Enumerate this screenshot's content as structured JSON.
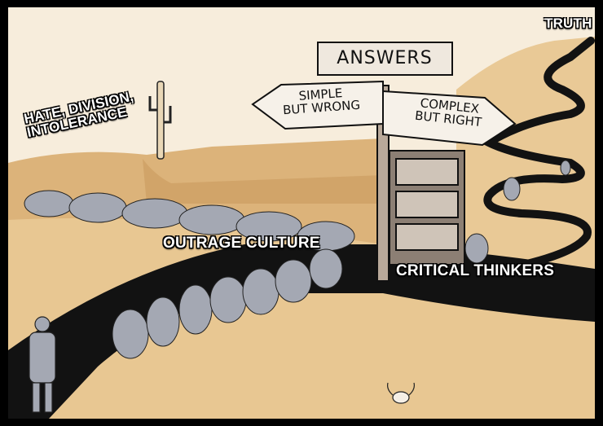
{
  "labels": {
    "truth": "TRUTH",
    "hate_line1": "HATE, DIVISION,",
    "hate_line2": "INTOLERANCE",
    "outrage": "OUTRAGE CULTURE",
    "thinkers": "CRITICAL THINKERS"
  },
  "signs": {
    "answers": "ANSWERS",
    "left_line1": "SIMPLE",
    "left_line2": "BUT WRONG",
    "right_line1": "COMPLEX",
    "right_line2": "BUT RIGHT"
  },
  "colors": {
    "frame": "#000000",
    "background": "#f7eddc",
    "sand": "#e7c590",
    "cliff": "#d9ad72",
    "road": "#121212",
    "figure": "#a4a8b3"
  }
}
